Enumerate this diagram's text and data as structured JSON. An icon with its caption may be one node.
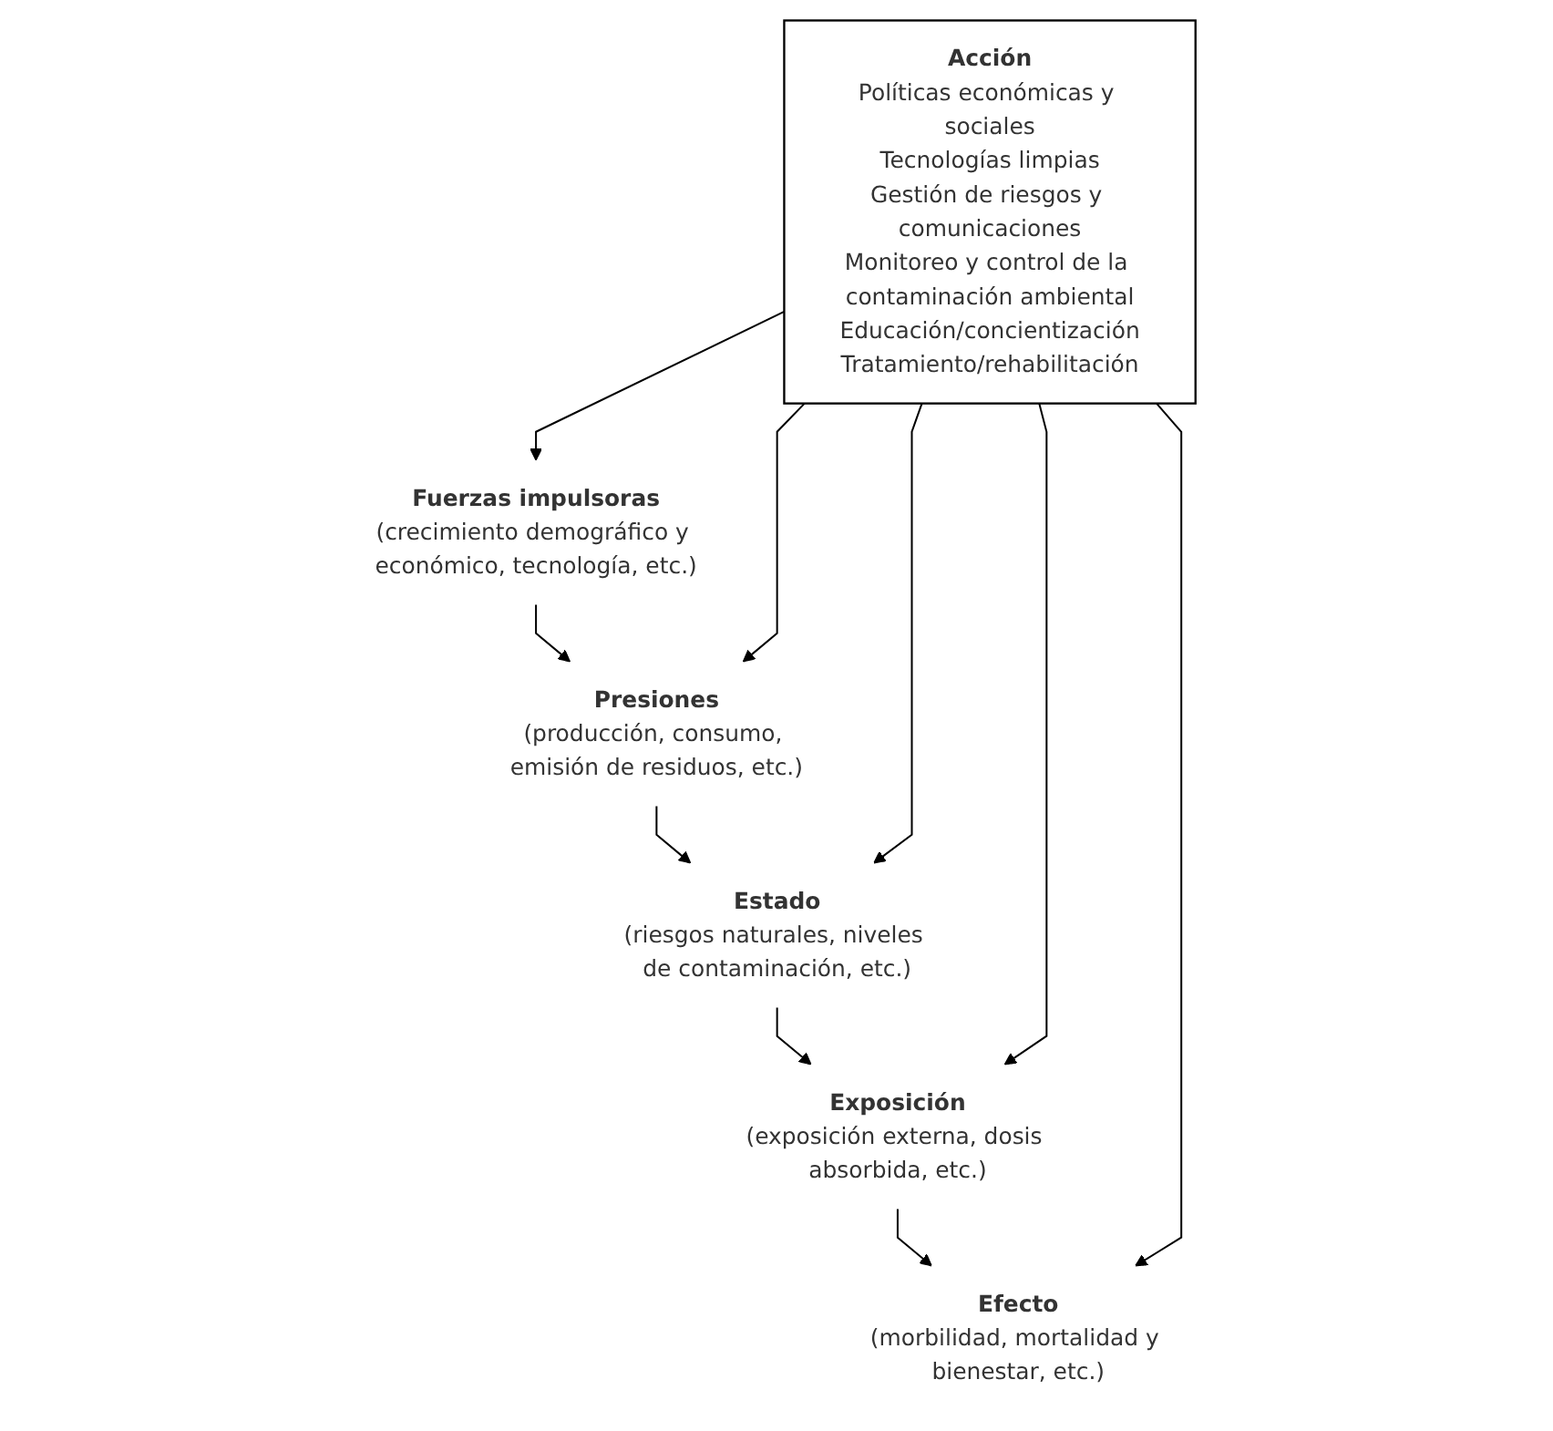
{
  "diagram": {
    "nodes": [
      {
        "text": [
          "Fuerzas impulsoras",
          "(crecimiento demográfico y económico, tecnología, etc.)"
        ]
      },
      {
        "text": [
          "Presiones",
          "(producción, consumo, emisión de residuos, etc.)"
        ]
      },
      {
        "text": [
          "Estado",
          "(riesgos naturales, niveles de contaminación, etc.)"
        ]
      },
      {
        "text": [
          "Exposición",
          "(exposición externa, dosis absorbida, etc.)"
        ]
      },
      {
        "text": [
          "Efecto",
          "(morbilidad, mortalidad y bienestar, etc.)"
        ]
      },
      {
        "text": [
          "Acción",
          "Políticas económicas y sociales",
          "Tecnologías limpias",
          "Gestión de riesgos y comunicaciones",
          "Monitoreo y control de la contaminación ambiental",
          "Educación/concientización",
          "Tratamiento/rehabilitación"
        ]
      }
    ],
    "edges": [
      {
        "from": 0,
        "to": 1,
        "arrow": "to"
      },
      {
        "from": 1,
        "to": 2,
        "arrow": "to"
      },
      {
        "from": 2,
        "to": 3,
        "arrow": "to"
      },
      {
        "from": 3,
        "to": 4,
        "arrow": "to"
      },
      {
        "from": 5,
        "to": 0,
        "arrow": "to"
      },
      {
        "from": 5,
        "to": 1,
        "arrow": "to"
      },
      {
        "from": 5,
        "to": 2,
        "arrow": "to"
      },
      {
        "from": 5,
        "to": 3,
        "arrow": "to"
      },
      {
        "from": 5,
        "to": 4,
        "arrow": "to"
      }
    ]
  }
}
